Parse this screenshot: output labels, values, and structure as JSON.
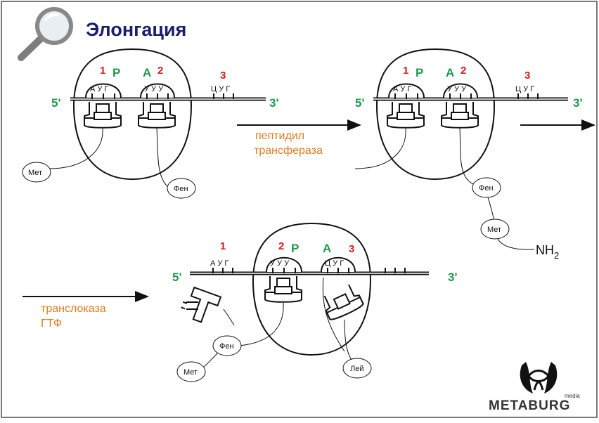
{
  "title": "Элонгация",
  "colors": {
    "title": "#1b1d6e",
    "site_number": "#d0201a",
    "site_letter": "#1d9a4a",
    "enzyme": "#e07a1e",
    "ink": "#111111",
    "magnifier": "#8a8a8a"
  },
  "icons": [
    "magnifier-icon",
    "metaburg-logo-icon"
  ],
  "stage1": {
    "five_prime": "5'",
    "three_prime": "3'",
    "num1": "1",
    "num2": "2",
    "num3": "3",
    "site_p": "P",
    "site_a": "A",
    "codon1": "А У Г",
    "codon2": "У У У",
    "codon3": "Ц У Г",
    "aa1": "Мет",
    "aa2": "Фен"
  },
  "arrow1_label": [
    "пептидил",
    "трансфераза"
  ],
  "stage2": {
    "five_prime": "5'",
    "three_prime": "3'",
    "num1": "1",
    "num2": "2",
    "num3": "3",
    "site_p": "P",
    "site_a": "A",
    "codon1": "А У Г",
    "codon2": "У У У",
    "codon3": "Ц У Г",
    "aa1": "Фен",
    "aa2": "Мет",
    "nh2": "NH",
    "nh2_sub": "2"
  },
  "arrow2_label": [
    "транслоказа",
    "ГТФ"
  ],
  "stage3": {
    "five_prime": "5'",
    "three_prime": "3'",
    "num1": "1",
    "num2": "2",
    "num3": "3",
    "site_p": "P",
    "site_a": "A",
    "codon1": "А У Г",
    "codon2": "У У У",
    "codon3": "Ц У Г",
    "aa1": "Фен",
    "aa2": "Мет",
    "aa3": "Лей"
  },
  "logo": {
    "brand": "METABURG",
    "sub": "media"
  }
}
